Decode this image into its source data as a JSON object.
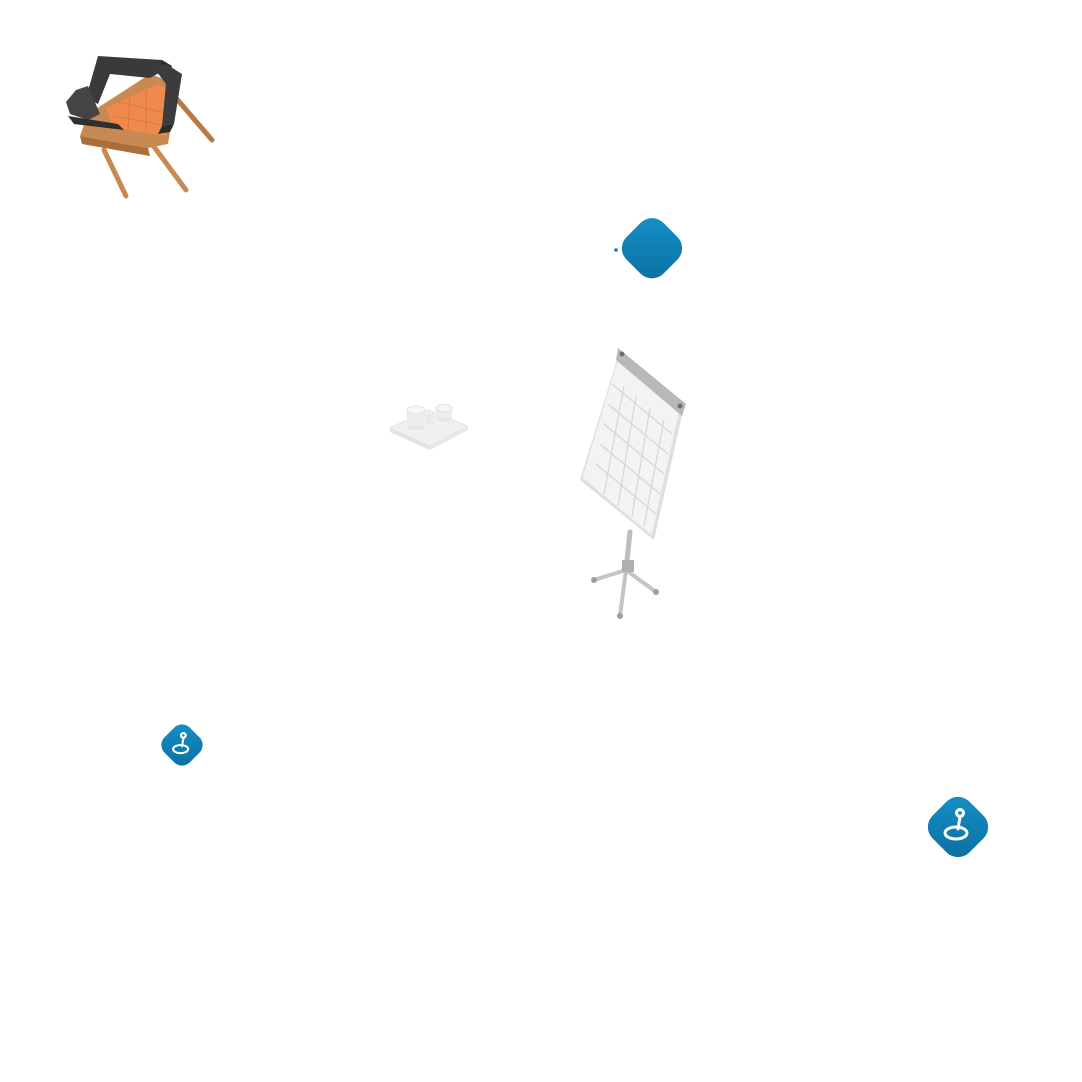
{
  "scene": {
    "background": "#ffffff",
    "objects": [
      {
        "name": "armchair",
        "icon": "armchair-icon",
        "colors": {
          "frame": "#c98a52",
          "cushion": "#ef8a4c",
          "back": "#3a3a3a"
        }
      },
      {
        "name": "map-pin-badge",
        "icon": "map-pin-icon",
        "color": "#0f7fb5"
      },
      {
        "name": "map-pin-badge",
        "icon": "map-pin-icon",
        "color": "#0f7fb5"
      },
      {
        "name": "map-pin-badge",
        "icon": "map-pin-icon",
        "color": "#0f7fb5"
      },
      {
        "name": "flipchart",
        "icon": "flipchart-icon",
        "color": "#e4e4e4"
      },
      {
        "name": "cup-tray",
        "icon": "cup-tray-icon",
        "color": "#ededed"
      }
    ]
  }
}
